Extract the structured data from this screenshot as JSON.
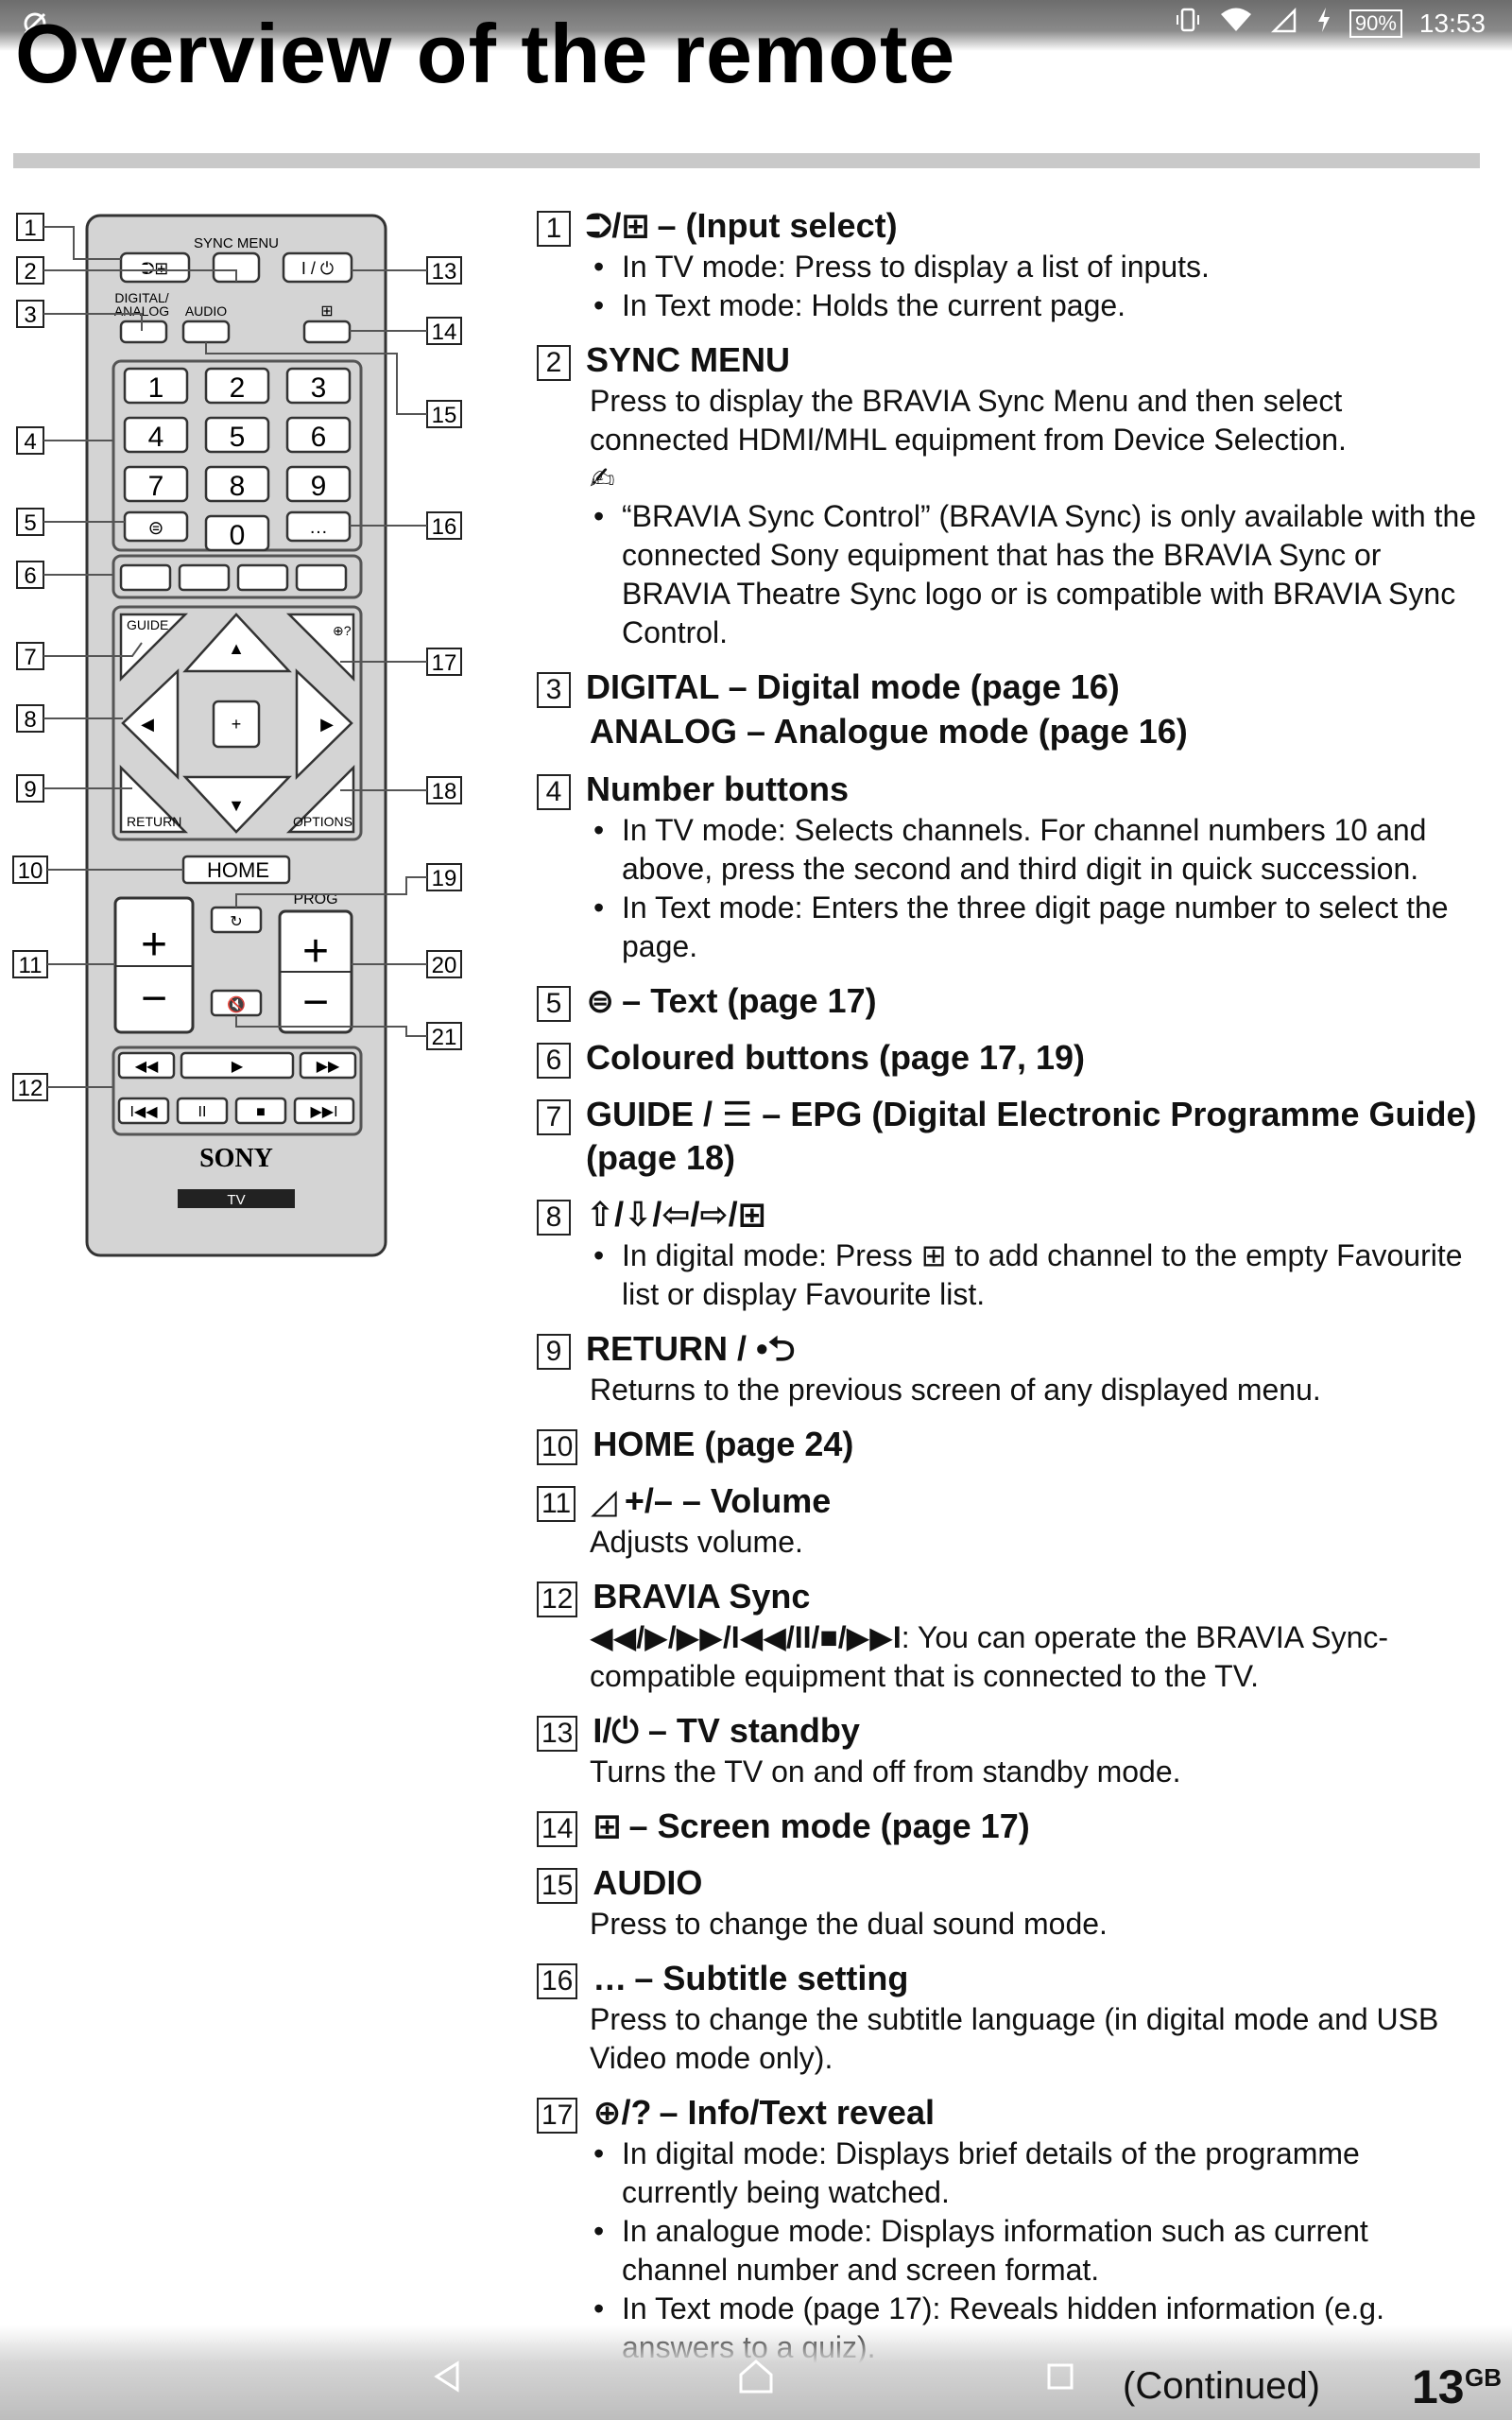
{
  "status_bar": {
    "battery": "90%",
    "time": "13:53"
  },
  "page": {
    "title": "Overview of the remote"
  },
  "remote": {
    "labels": {
      "sync_menu": "SYNC MENU",
      "power": "I / ⏻",
      "digital": "DIGITAL/",
      "analog": "ANALOG",
      "audio": "AUDIO",
      "guide": "GUIDE",
      "return": "RETURN",
      "options": "OPTIONS",
      "home": "HOME",
      "prog": "PROG",
      "brand": "SONY",
      "tv": "TV"
    },
    "digits": [
      "1",
      "2",
      "3",
      "4",
      "5",
      "6",
      "7",
      "8",
      "9",
      "0"
    ],
    "callouts": [
      "1",
      "2",
      "3",
      "4",
      "5",
      "6",
      "7",
      "8",
      "9",
      "10",
      "11",
      "12",
      "13",
      "14",
      "15",
      "16",
      "17",
      "18",
      "19",
      "20",
      "21"
    ]
  },
  "items": [
    {
      "num": "1",
      "sym": "⮊/⊞",
      "title": "– (Input select)",
      "bullets": [
        "In TV mode: Press to display a list of inputs.",
        "In Text mode: Holds the current page."
      ]
    },
    {
      "num": "2",
      "title": "SYNC MENU",
      "text": "Press to display the BRAVIA Sync Menu and then select connected HDMI/MHL equipment from Device Selection.",
      "note_icon": "✍",
      "bullets": [
        "“BRAVIA Sync Control” (BRAVIA Sync) is only available with the connected Sony equipment that has the BRAVIA Sync or BRAVIA Theatre Sync logo or is compatible with BRAVIA Sync Control."
      ]
    },
    {
      "num": "3",
      "title": "DIGITAL – Digital mode (page 16)",
      "subhead": "ANALOG – Analogue mode (page 16)"
    },
    {
      "num": "4",
      "title": "Number buttons",
      "bullets": [
        "In TV mode: Selects channels. For channel numbers 10 and above, press the second and third digit in quick succession.",
        "In Text mode: Enters the three digit page number to select the page."
      ]
    },
    {
      "num": "5",
      "sym": "⊜",
      "title": "– Text (page 17)"
    },
    {
      "num": "6",
      "title": "Coloured buttons (page 17, 19)"
    },
    {
      "num": "7",
      "title": "GUIDE / ☰ – EPG (Digital Electronic Programme Guide) (page 18)"
    },
    {
      "num": "8",
      "title": "⇧/⇩/⇦/⇨/⊞",
      "bullets": [
        "In digital mode: Press ⊞ to add channel to the empty Favourite list or display Favourite list."
      ]
    },
    {
      "num": "9",
      "title": "RETURN / •⮌",
      "text": "Returns to the previous screen of any displayed menu."
    },
    {
      "num": "10",
      "title": "HOME (page 24)"
    },
    {
      "num": "11",
      "sym": "◿",
      "title": "+/– – Volume",
      "text": "Adjusts volume."
    },
    {
      "num": "12",
      "title": "BRAVIA Sync",
      "text_bold": "◀◀/▶/▶▶/I◀◀/II/■/▶▶I",
      "text": ": You can operate the BRAVIA Sync-compatible equipment that is connected to the TV."
    },
    {
      "num": "13",
      "title": "I/⏻ – TV standby",
      "text": "Turns the TV on and off from standby mode."
    },
    {
      "num": "14",
      "sym": "⊞",
      "title": "– Screen mode (page 17)"
    },
    {
      "num": "15",
      "title": "AUDIO",
      "text": "Press to change the dual sound mode."
    },
    {
      "num": "16",
      "sym": "…",
      "title": "– Subtitle setting",
      "text": "Press to change the subtitle language (in digital mode and USB Video mode only)."
    },
    {
      "num": "17",
      "sym": "⊕/?",
      "title": "– Info/Text reveal",
      "bullets": [
        "In digital mode: Displays brief details of the programme currently being watched.",
        "In analogue mode: Displays information such as current channel number and screen format.",
        "In Text mode (page 17): Reveals hidden information (e.g. answers to a quiz)."
      ]
    }
  ],
  "footer": {
    "continued": "(Continued)",
    "page_number": "13",
    "page_suffix": "GB"
  }
}
